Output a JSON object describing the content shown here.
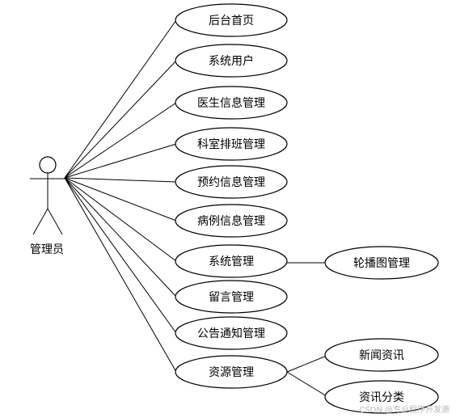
{
  "actor": {
    "label": "管理员"
  },
  "use_cases": [
    {
      "id": "uc-home",
      "label": "后台首页"
    },
    {
      "id": "uc-sysuser",
      "label": "系统用户"
    },
    {
      "id": "uc-doctor",
      "label": "医生信息管理"
    },
    {
      "id": "uc-dept",
      "label": "科室排班管理"
    },
    {
      "id": "uc-booking",
      "label": "预约信息管理"
    },
    {
      "id": "uc-case",
      "label": "病例信息管理"
    },
    {
      "id": "uc-sysmgmt",
      "label": "系统管理"
    },
    {
      "id": "uc-message",
      "label": "留言管理"
    },
    {
      "id": "uc-notice",
      "label": "公告通知管理"
    },
    {
      "id": "uc-resource",
      "label": "资源管理"
    }
  ],
  "sub_use_cases": [
    {
      "id": "uc-carousel",
      "label": "轮播图管理",
      "parent": "uc-sysmgmt"
    },
    {
      "id": "uc-news",
      "label": "新闻资讯",
      "parent": "uc-resource"
    },
    {
      "id": "uc-newscat",
      "label": "资讯分类",
      "parent": "uc-resource"
    }
  ],
  "watermark": "CSDN @专业程序开发源"
}
